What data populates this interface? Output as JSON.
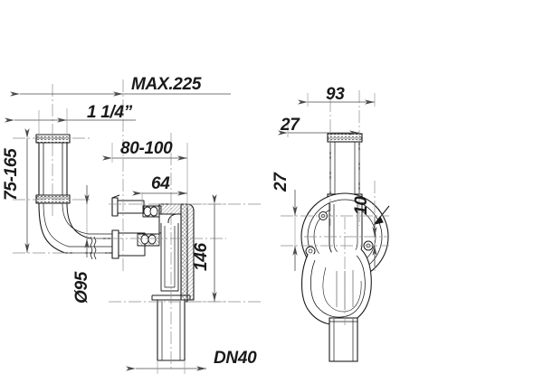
{
  "drawing": {
    "title": "Technical dimension drawing - bottle trap / siphon",
    "line_color": "#1a1a1a",
    "dim_line_color": "#4a4a4a",
    "center_line_color": "#8a8a8a",
    "hatch_color": "#555555",
    "background": "#ffffff",
    "units": "mm"
  },
  "views": {
    "side_section": {
      "name": "side-section-view",
      "label": ""
    },
    "front": {
      "name": "front-view",
      "label": ""
    }
  },
  "dimensions": {
    "max_225": "MAX.225",
    "thread_1_1_4": "1 1/4”",
    "range_80_100": "80-100",
    "dim_64": "64",
    "height_75_165": "75-165",
    "diameter_95": "Ø95",
    "dim_146": "146",
    "outlet_dn40": "DN40",
    "dim_93": "93",
    "dim_27_top": "27",
    "dim_27_left": "27",
    "dim_10": "10"
  }
}
